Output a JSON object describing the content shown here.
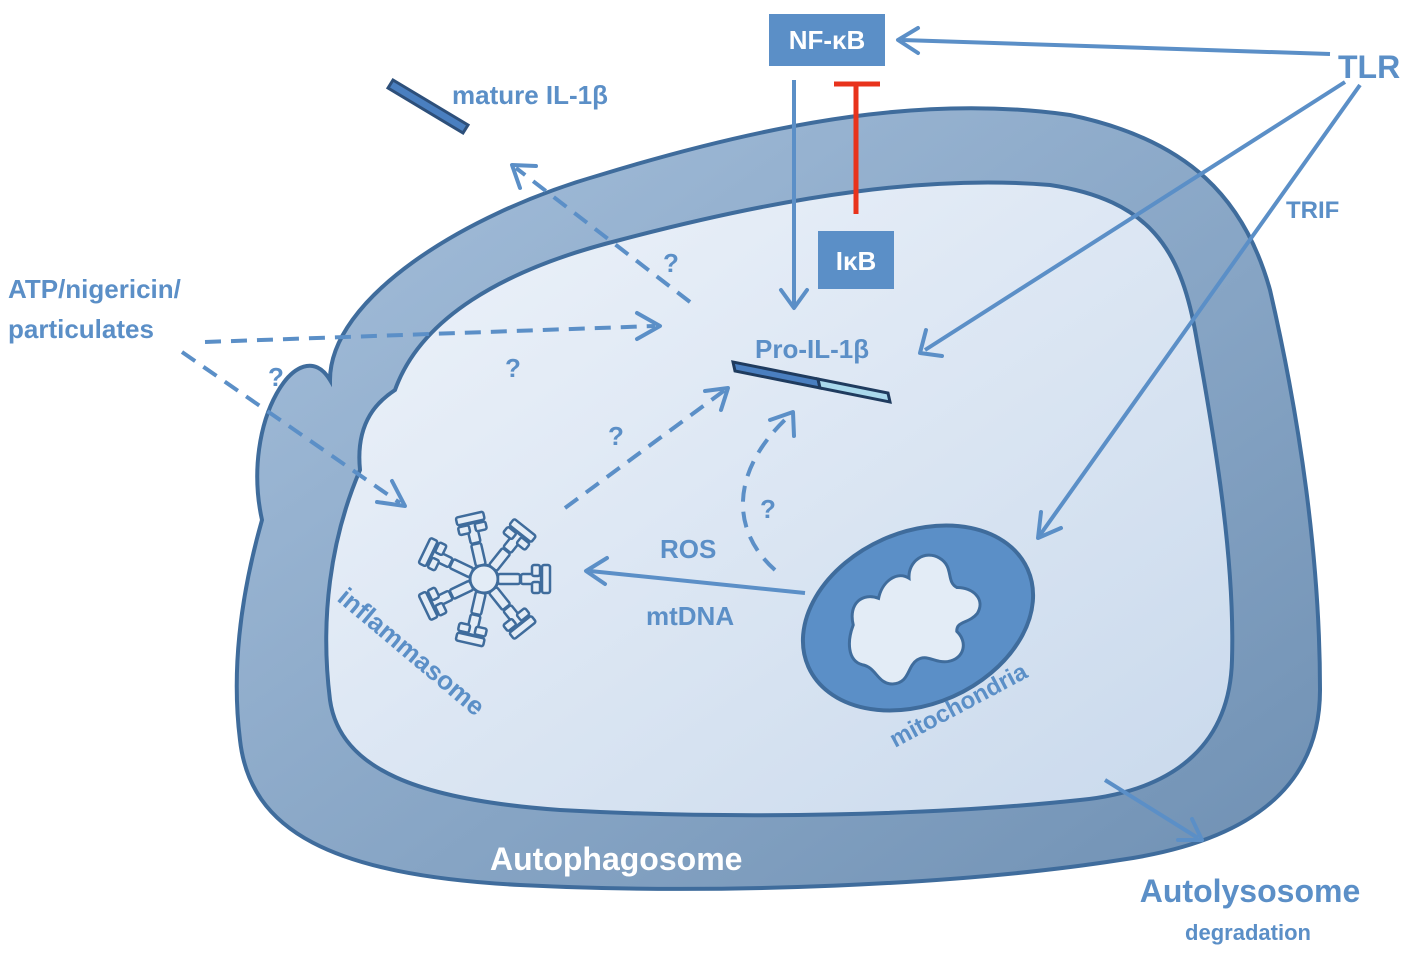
{
  "labels": {
    "nfkb": "NF-κB",
    "ikb": "IκB",
    "tlr": "TLR",
    "trif": "TRIF",
    "mature_il1b": "mature IL-1β",
    "pro_il1b": "Pro-IL-1β",
    "stimuli_line1": "ATP/nigericin/",
    "stimuli_line2": "particulates",
    "ros": "ROS",
    "mtdna": "mtDNA",
    "inflammasome": "inflammasome",
    "mitochondria": "mitochondria",
    "autophagosome": "Autophagosome",
    "autolysosome": "Autolysosome",
    "degradation": "degradation",
    "unknown": "?"
  },
  "colors": {
    "accent": "#5b8fc7",
    "box_fill": "#5b8fc7",
    "inhibition": "#e8331c",
    "membrane": "#8aabcc",
    "membrane_outline": "#3f6c9c",
    "lumen": "#e3ecf6",
    "mito_fill": "#5b8fc7",
    "il1b_dark": "#4a7fc0",
    "il1b_light": "#a9d9ec"
  },
  "icons": {
    "inflammasome": "inflammasome-ring-icon",
    "mitochondria": "mitochondrion-icon"
  }
}
